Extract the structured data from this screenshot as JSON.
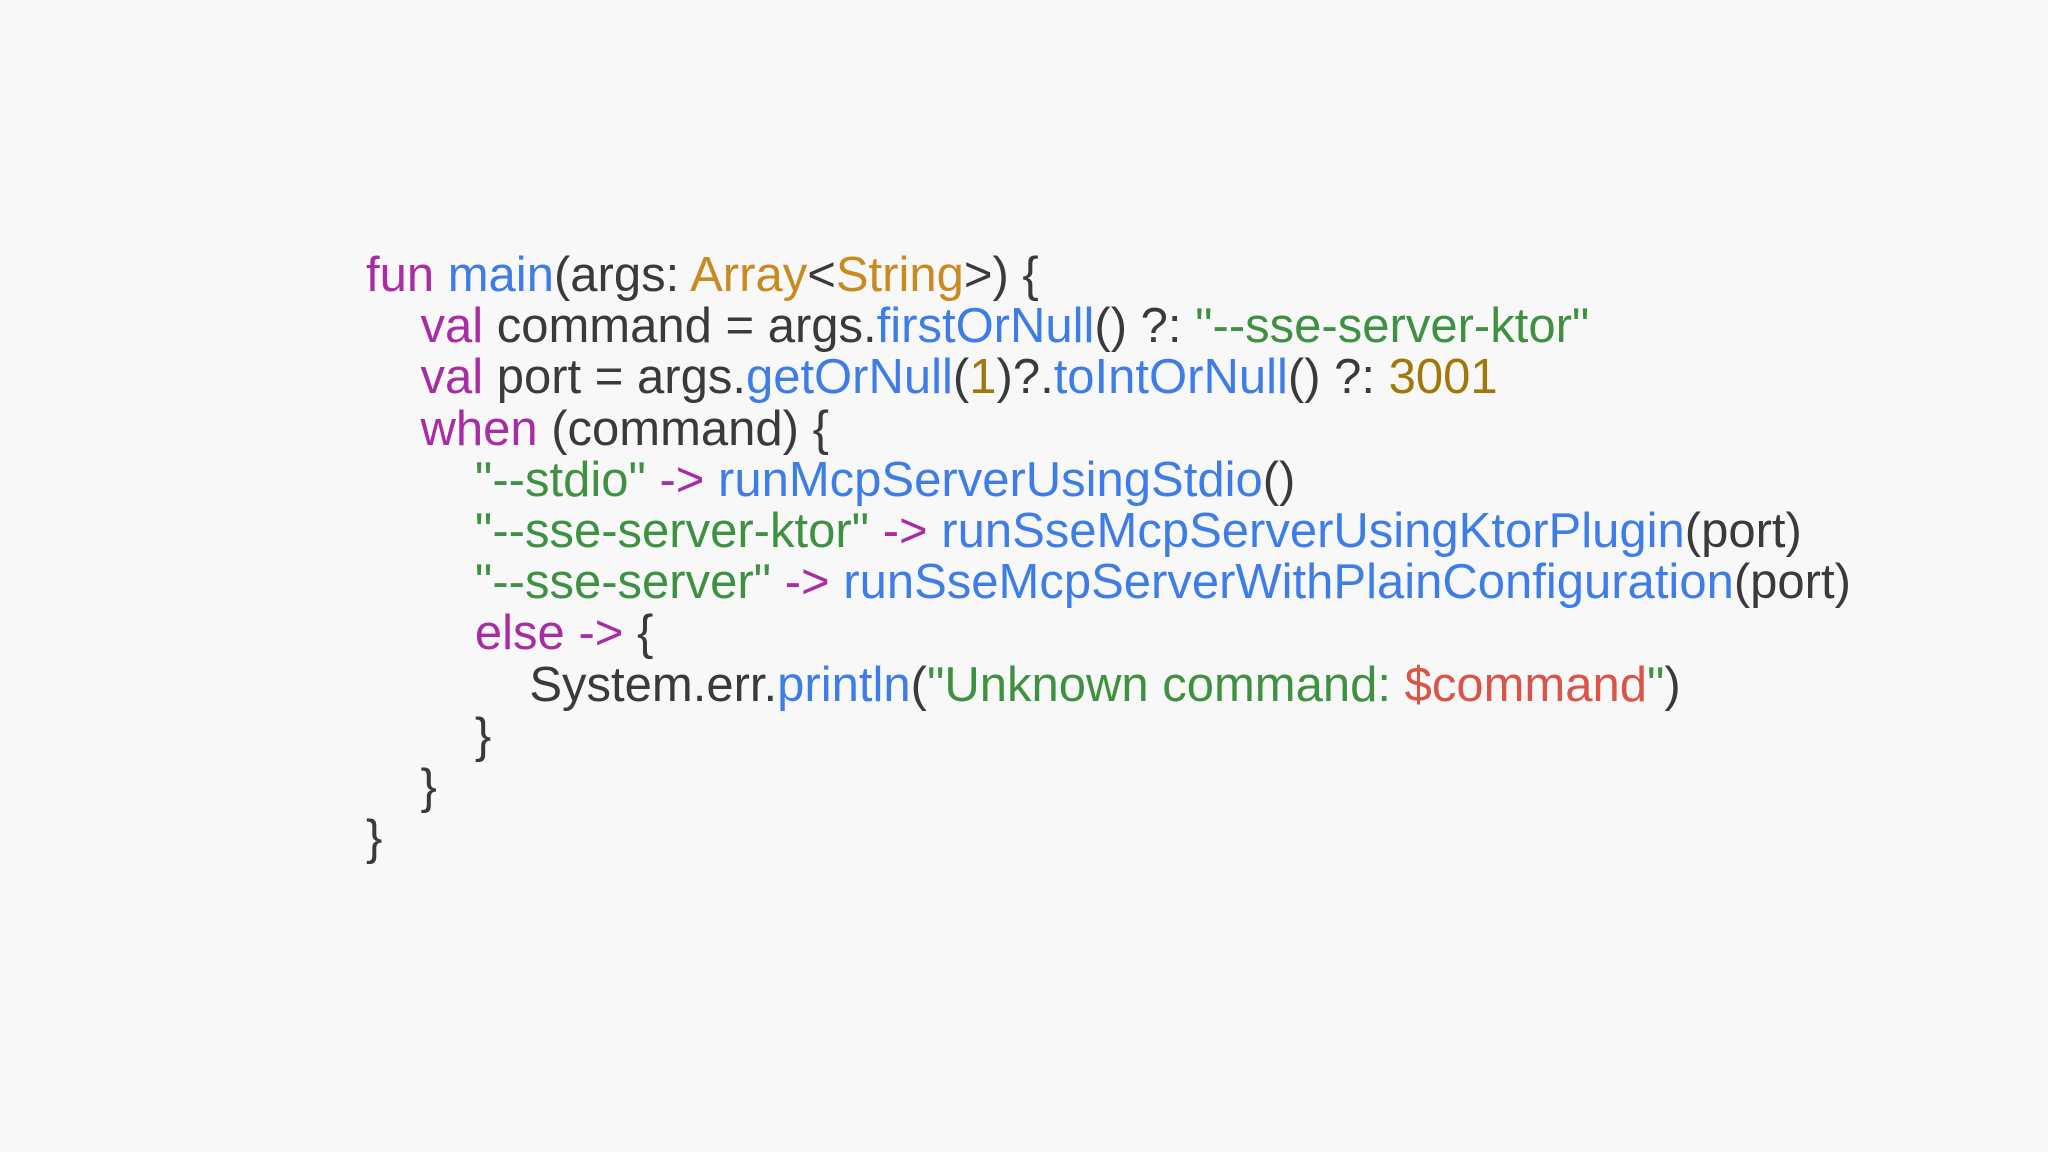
{
  "page": {
    "background_color": "#F8F8F8",
    "language": "kotlin"
  },
  "colors": {
    "plain": "#3A3A3C",
    "keyword": "#A92CA5",
    "function": "#3E7DE7",
    "type": "#C98A1F",
    "number": "#A1770A",
    "string": "#3F9142",
    "interpolation": "#DA5448"
  },
  "code": {
    "lines": [
      {
        "tokens": [
          {
            "t": "fun ",
            "c": "keyword"
          },
          {
            "t": "main",
            "c": "function"
          },
          {
            "t": "(args: ",
            "c": "plain"
          },
          {
            "t": "Array",
            "c": "type"
          },
          {
            "t": "<",
            "c": "plain"
          },
          {
            "t": "String",
            "c": "type"
          },
          {
            "t": ">) {",
            "c": "plain"
          }
        ]
      },
      {
        "tokens": [
          {
            "t": "    ",
            "c": "plain"
          },
          {
            "t": "val",
            "c": "keyword"
          },
          {
            "t": " command = args.",
            "c": "plain"
          },
          {
            "t": "firstOrNull",
            "c": "function"
          },
          {
            "t": "() ?: ",
            "c": "plain"
          },
          {
            "t": "\"--sse-server-ktor\"",
            "c": "string"
          }
        ]
      },
      {
        "tokens": [
          {
            "t": "    ",
            "c": "plain"
          },
          {
            "t": "val",
            "c": "keyword"
          },
          {
            "t": " port = args.",
            "c": "plain"
          },
          {
            "t": "getOrNull",
            "c": "function"
          },
          {
            "t": "(",
            "c": "plain"
          },
          {
            "t": "1",
            "c": "number"
          },
          {
            "t": ")?.",
            "c": "plain"
          },
          {
            "t": "toIntOrNull",
            "c": "function"
          },
          {
            "t": "() ?: ",
            "c": "plain"
          },
          {
            "t": "3001",
            "c": "number"
          }
        ]
      },
      {
        "tokens": [
          {
            "t": "    ",
            "c": "plain"
          },
          {
            "t": "when",
            "c": "keyword"
          },
          {
            "t": " (command) {",
            "c": "plain"
          }
        ]
      },
      {
        "tokens": [
          {
            "t": "        ",
            "c": "plain"
          },
          {
            "t": "\"--stdio\"",
            "c": "string"
          },
          {
            "t": " ",
            "c": "plain"
          },
          {
            "t": "->",
            "c": "keyword"
          },
          {
            "t": " ",
            "c": "plain"
          },
          {
            "t": "runMcpServerUsingStdio",
            "c": "function"
          },
          {
            "t": "()",
            "c": "plain"
          }
        ]
      },
      {
        "tokens": [
          {
            "t": "        ",
            "c": "plain"
          },
          {
            "t": "\"--sse-server-ktor\"",
            "c": "string"
          },
          {
            "t": " ",
            "c": "plain"
          },
          {
            "t": "->",
            "c": "keyword"
          },
          {
            "t": " ",
            "c": "plain"
          },
          {
            "t": "runSseMcpServerUsingKtorPlugin",
            "c": "function"
          },
          {
            "t": "(port)",
            "c": "plain"
          }
        ]
      },
      {
        "tokens": [
          {
            "t": "        ",
            "c": "plain"
          },
          {
            "t": "\"--sse-server\"",
            "c": "string"
          },
          {
            "t": " ",
            "c": "plain"
          },
          {
            "t": "->",
            "c": "keyword"
          },
          {
            "t": " ",
            "c": "plain"
          },
          {
            "t": "runSseMcpServerWithPlainConfiguration",
            "c": "function"
          },
          {
            "t": "(port)",
            "c": "plain"
          }
        ]
      },
      {
        "tokens": [
          {
            "t": "        ",
            "c": "plain"
          },
          {
            "t": "else",
            "c": "keyword"
          },
          {
            "t": " ",
            "c": "plain"
          },
          {
            "t": "->",
            "c": "keyword"
          },
          {
            "t": " {",
            "c": "plain"
          }
        ]
      },
      {
        "tokens": [
          {
            "t": "            ",
            "c": "plain"
          },
          {
            "t": "System.err.",
            "c": "plain"
          },
          {
            "t": "println",
            "c": "function"
          },
          {
            "t": "(",
            "c": "plain"
          },
          {
            "t": "\"Unknown command: ",
            "c": "string"
          },
          {
            "t": "$command",
            "c": "interpolation"
          },
          {
            "t": "\"",
            "c": "string"
          },
          {
            "t": ")",
            "c": "plain"
          }
        ]
      },
      {
        "tokens": [
          {
            "t": "        }",
            "c": "plain"
          }
        ]
      },
      {
        "tokens": [
          {
            "t": "    }",
            "c": "plain"
          }
        ]
      },
      {
        "tokens": [
          {
            "t": "}",
            "c": "plain"
          }
        ]
      }
    ]
  }
}
